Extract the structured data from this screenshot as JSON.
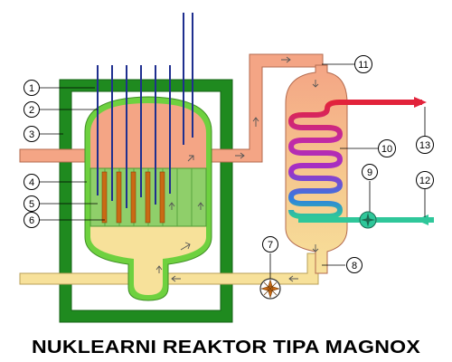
{
  "title": "NUKLEARNI REAKTOR TIPA MAGNOX",
  "callouts": [
    {
      "num": "1"
    },
    {
      "num": "2"
    },
    {
      "num": "3"
    },
    {
      "num": "4"
    },
    {
      "num": "5"
    },
    {
      "num": "6"
    },
    {
      "num": "7"
    },
    {
      "num": "8"
    },
    {
      "num": "9"
    },
    {
      "num": "10"
    },
    {
      "num": "11"
    },
    {
      "num": "12"
    },
    {
      "num": "13"
    }
  ],
  "colors": {
    "shield": "#1f8a1f",
    "vessel_wall": "#6ed13f",
    "hot_gas": "#f4a585",
    "cool_gas": "#f7e19a",
    "core": "#8fcf6a",
    "control_rod": "#1f2f8f",
    "fuel_rod": "#c96a14",
    "steam_out": "#e2233b",
    "water_in": "#2fc79a"
  }
}
